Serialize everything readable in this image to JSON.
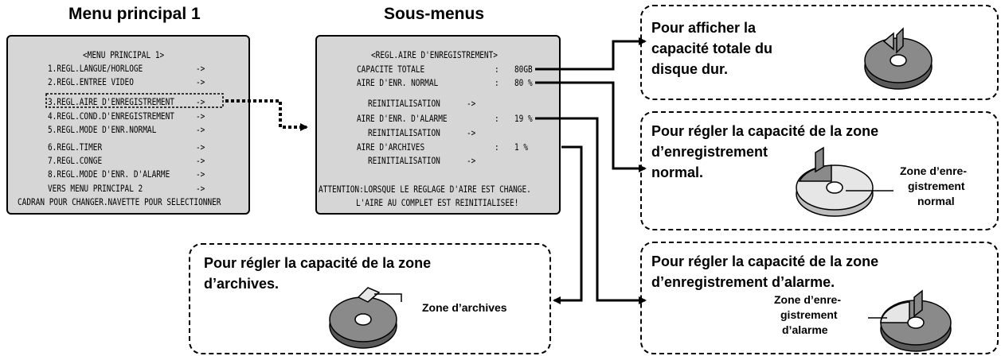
{
  "titles": {
    "main_menu": "Menu principal 1",
    "sub_menus": "Sous-menus"
  },
  "main_menu": {
    "header": "<MENU PRINCIPAL 1>",
    "items": [
      {
        "label": "1.REGL.LANGUE/HORLOGE",
        "arrow": "->"
      },
      {
        "label": "2.REGL.ENTREE VIDEO",
        "arrow": "->"
      },
      {
        "label": "3.REGL.AIRE D'ENREGISTREMENT",
        "arrow": "->"
      },
      {
        "label": "4.REGL.COND.D'ENREGISTREMENT",
        "arrow": "->"
      },
      {
        "label": "5.REGL.MODE D'ENR.NORMAL",
        "arrow": "->"
      },
      {
        "label": "6.REGL.TIMER",
        "arrow": "->"
      },
      {
        "label": "7.REGL.CONGE",
        "arrow": "->"
      },
      {
        "label": "8.REGL.MODE D'ENR. D'ALARME",
        "arrow": "->"
      },
      {
        "label": "VERS MENU PRINCIPAL 2",
        "arrow": "->"
      }
    ],
    "footer": "CADRAN POUR CHANGER.NAVETTE POUR SELECTIONNER",
    "selected_index": 2
  },
  "sub_menu": {
    "header": "<REGL.AIRE D'ENREGISTREMENT>",
    "rows": {
      "total_label": "CAPACITE TOTALE",
      "total_sep": ":",
      "total_value": "80GB",
      "normal_label": "AIRE D'ENR. NORMAL",
      "normal_sep": ":",
      "normal_value": "80 %",
      "reset1_label": "REINITIALISATION",
      "reset1_arrow": "->",
      "alarm_label": "AIRE D'ENR. D'ALARME",
      "alarm_sep": ":",
      "alarm_value": "19 %",
      "reset2_label": "REINITIALISATION",
      "reset2_arrow": "->",
      "archive_label": "AIRE D'ARCHIVES",
      "archive_sep": ":",
      "archive_value": "1 %",
      "reset3_label": "REINITIALISATION",
      "reset3_arrow": "->"
    },
    "warning_line1": "ATTENTION:LORSQUE LE REGLAGE D'AIRE EST CHANGE.",
    "warning_line2": "L'AIRE AU COMPLET EST REINITIALISEE!"
  },
  "notes": {
    "total": {
      "line1": "Pour afficher la",
      "line2": "capacité totale du",
      "line3": "disque dur."
    },
    "normal": {
      "line1": "Pour régler la capacité de la zone",
      "line2": "d’enregistrement",
      "line3": "normal.",
      "zone_label_1": "Zone d’enre-",
      "zone_label_2": "gistrement",
      "zone_label_3": "normal"
    },
    "alarm": {
      "line1": "Pour régler la capacité de la zone",
      "line2": "d’enregistrement d’alarme.",
      "zone_label_1": "Zone d’enre-",
      "zone_label_2": "gistrement",
      "zone_label_3": "d’alarme"
    },
    "archives": {
      "line1": "Pour régler la capacité de la zone",
      "line2": "d’archives.",
      "zone_label": "Zone d’archives"
    }
  },
  "colors": {
    "screen_bg": "#d6d6d6",
    "pie_dark": "#8a8a8a",
    "pie_light": "#e6e6e6",
    "pie_outline": "#000000"
  }
}
